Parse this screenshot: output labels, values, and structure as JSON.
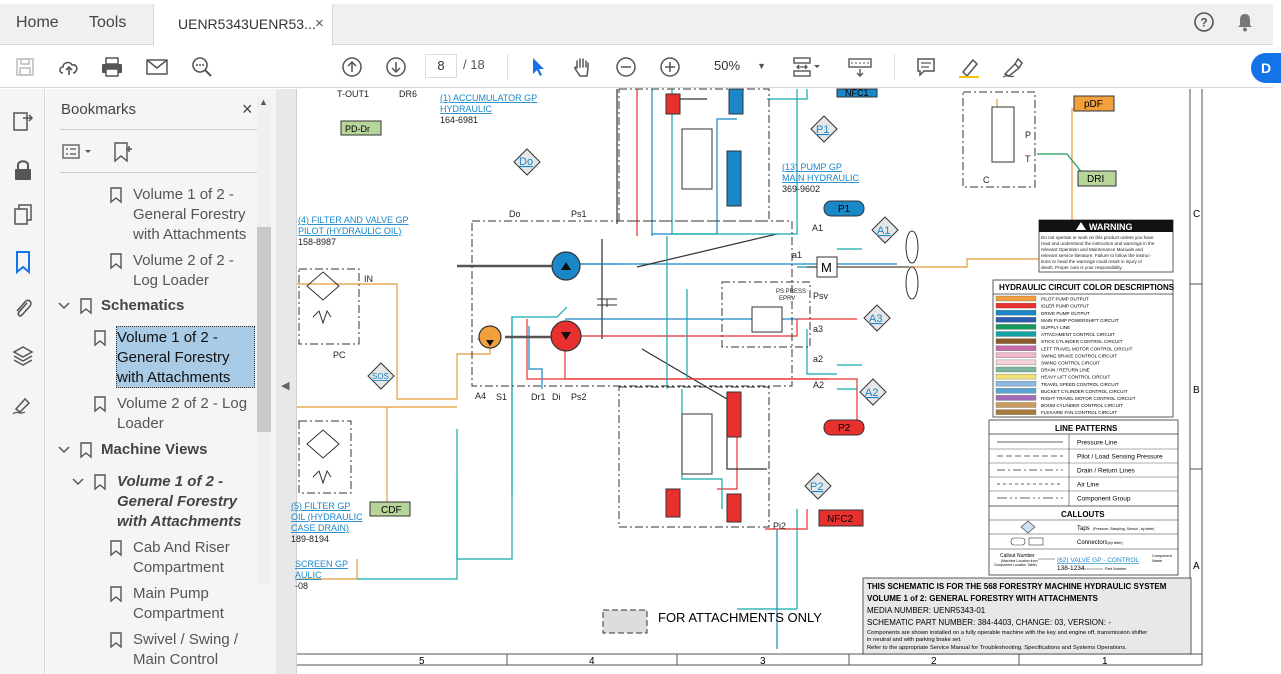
{
  "tabs": {
    "home": "Home",
    "tools": "Tools",
    "document": "UENR5343UENR53...",
    "close": "×"
  },
  "toolbar": {
    "page_current": "8",
    "page_total": "/   18",
    "zoom": "50%",
    "share_letter": "D"
  },
  "bookmarks": {
    "title": "Bookmarks",
    "close": "×",
    "items": [
      {
        "label_1": "Volume 1 of 2 -",
        "label_2": "General Forestry",
        "label_3": "with Attachments"
      },
      {
        "label_1": "Volume 2 of 2 -",
        "label_2": "Log Loader"
      },
      {
        "label": "Schematics"
      },
      {
        "label_1": "Volume 1 of 2 -",
        "label_2": "General Forestry",
        "label_3": "with Attachments"
      },
      {
        "label_1": "Volume 2 of 2 - Log",
        "label_2": "Loader"
      },
      {
        "label": "Machine Views"
      },
      {
        "label_1": "Volume 1 of 2 -",
        "label_2": "General Forestry",
        "label_3": "with Attachments"
      },
      {
        "label_1": "Cab And Riser",
        "label_2": "Compartment"
      },
      {
        "label_1": "Main Pump",
        "label_2": "Compartment"
      },
      {
        "label_1": "Swivel / Swing /",
        "label_2": "Main Control"
      }
    ]
  },
  "schematic": {
    "labels": {
      "tout1": "T-OUT1",
      "dr6": "DR6",
      "pddr": "PD-Dr",
      "acc1": "(1) ACCUMULATOR GP",
      "acc2": "HYDRAULIC",
      "acc3": "164-6981",
      "do_tap": "Do",
      "do_label": "Do",
      "ps1": "Ps1",
      "filter1": "(4) FILTER AND VALVE GP",
      "filter2": "PILOT (HYDRAULIC OIL)",
      "filter3": "158-8987",
      "in": "IN",
      "pc": "PC",
      "sos": "SOS",
      "pump1": "(13) PUMP GP",
      "pump2": "MAIN HYDRAULIC",
      "pump3": "369-9602",
      "nfc1": "NFC1",
      "p1tap": "P1",
      "p1conn": "P1",
      "a1tap": "A1",
      "a1": "A1",
      "a1small": "a1",
      "psv": "Psv",
      "a3tap": "A3",
      "a3": "a3",
      "a2small": "a2",
      "a2": "A2",
      "a2tap": "A2",
      "pspress1": "PS PRESS",
      "pspress2": "EPRV",
      "a4": "A4",
      "s1": "S1",
      "dr1": "Dr1",
      "di": "Di",
      "ps2": "Ps2",
      "p2conn": "P2",
      "p2tap": "P2",
      "nfc2": "NFC2",
      "pi2": "Pi2",
      "cdf": "CDF",
      "filt2a": "(5) FILTER GP",
      "filt2b": "OIL (HYDRAULIC",
      "filt2c": "CASE DRAIN)",
      "filt2d": "189-8194",
      "screen1": "SCREEN GP",
      "screen2": "AULIC",
      "screen3": "-08",
      "pdf": "pDF",
      "dri": "DRI",
      "p": "P",
      "t": "T",
      "c": "C",
      "m": "M"
    },
    "warning": {
      "title": "WARNING",
      "text1": "Do not operate or work on this product unless you have",
      "text2": "read and understood the instruction and warnings in the",
      "text3": "relevant Operation and Maintenance Manuals and",
      "text4": "relevant service literature. Failure to follow the instruc-",
      "text5": "tions or heed the warnings could result in injury or",
      "text6": "death. Proper care is your responsibility."
    },
    "legend_title": "HYDRAULIC CIRCUIT COLOR DESCRIPTIONS",
    "legend": [
      {
        "color": "#f29f3d",
        "label": "PILOT PUMP OUTPUT"
      },
      {
        "color": "#e8312f",
        "label": "IDLER PUMP OUTPUT"
      },
      {
        "color": "#1a87c9",
        "label": "DRIVE PUMP OUTPUT"
      },
      {
        "color": "#2a5db0",
        "label": "MAIN PUMP POWERSHIFT CIRCUIT"
      },
      {
        "color": "#1a9a5c",
        "label": "SUPPLY LINE"
      },
      {
        "color": "#14a3a3",
        "label": "ATTACHMENT CONTROL CIRCUIT"
      },
      {
        "color": "#8a5a2b",
        "label": "STICK CYLINDER CONTROL CIRCUIT"
      },
      {
        "color": "#c46aa6",
        "label": "LEFT TRAVEL MOTOR CONTROL CIRCUIT"
      },
      {
        "color": "#f2b6c6",
        "label": "SWING BRAKE CONTROL CIRCUIT"
      },
      {
        "color": "#f6d3d8",
        "label": "SWING CONTROL CIRCUIT"
      },
      {
        "color": "#7db5a0",
        "label": "DRAIN / RETURN LINE"
      },
      {
        "color": "#f0e27a",
        "label": "HEAVY LIFT CONTROL CIRCUIT"
      },
      {
        "color": "#8fb8e0",
        "label": "TRAVEL SPEED CONTROL CIRCUIT"
      },
      {
        "color": "#5aa5d6",
        "label": "BUCKET CYLINDER CONTROL CIRCUIT"
      },
      {
        "color": "#a36ab5",
        "label": "RIGHT TRAVEL MOTOR CONTROL CIRCUIT"
      },
      {
        "color": "#c99a5b",
        "label": "BOOM CYLINDER CONTROL CIRCUIT"
      },
      {
        "color": "#a57a3a",
        "label": "FLEXAIRE FAN CONTROL CIRCUIT"
      }
    ],
    "patterns_title": "LINE PATTERNS",
    "patterns": [
      "Pressure Line",
      "Pilot / Load Sensing Pressure",
      "Drain / Return Lines",
      "Air Line",
      "Component Group"
    ],
    "callouts_title": "CALLOUTS",
    "callouts": {
      "taps": "Taps",
      "taps_small": "(Pressure, Sampling, Sensor - by letter)",
      "connectors": "Connectors",
      "connectors_small": "(by letter)",
      "callout_num": "Callout Number",
      "machine_loc": "(Machine Location from",
      "component_loc": "Component Location Table)",
      "example": "(62) VALVE GP - CONTROL",
      "example_pn": "138-1234",
      "comp_name": "Component",
      "comp_name2": "Name",
      "part_number": "Part Number"
    },
    "grid_right": [
      "C",
      "B",
      "A"
    ],
    "grid_bottom": [
      "5",
      "4",
      "3",
      "2",
      "1"
    ],
    "attachments_only": "FOR ATTACHMENTS ONLY",
    "titleblock": {
      "line1": "THIS SCHEMATIC IS FOR THE 568 FORESTRY MACHINE HYDRAULIC SYSTEM",
      "line2": "VOLUME 1 of 2: GENERAL FORESTRY WITH ATTACHMENTS",
      "line3": "MEDIA NUMBER: UENR5343-01",
      "line4": "SCHEMATIC PART NUMBER: 384-4403, CHANGE: 03, VERSION: -",
      "line5": "Components are shown installed on a fully operable machine with the key and engine off, transmission shifter",
      "line6": "in neutral and with parking brake set.",
      "line7": "Refer to the appropriate Service Manual for Troubleshooting, Specifications and Systems Operations."
    }
  }
}
